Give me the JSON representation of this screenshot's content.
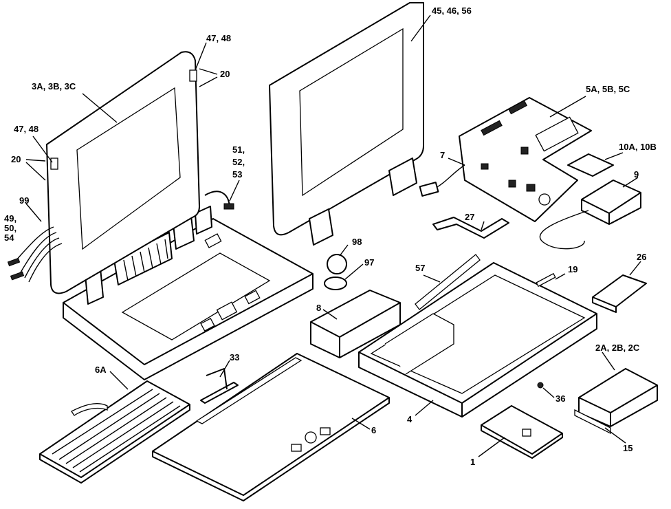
{
  "callouts": {
    "c3abc": "3A, 3B, 3C",
    "c4748_top": "47, 48",
    "c20_top": "20",
    "c4748_left": "47, 48",
    "c20_left": "20",
    "c49": "49,",
    "c50": "50,",
    "c54": "54",
    "c99": "99",
    "c51": "51,",
    "c52": "52,",
    "c53": "53",
    "c454656": "45, 46, 56",
    "c5abc": "5A, 5B, 5C",
    "c10ab": "10A, 10B",
    "c7": "7",
    "c9": "9",
    "c27": "27",
    "c98": "98",
    "c97": "97",
    "c57": "57",
    "c19": "19",
    "c26": "26",
    "c8": "8",
    "c33": "33",
    "c6a": "6A",
    "c6": "6",
    "c4": "4",
    "c2abc": "2A, 2B, 2C",
    "c36": "36",
    "c1": "1",
    "c15": "15"
  }
}
